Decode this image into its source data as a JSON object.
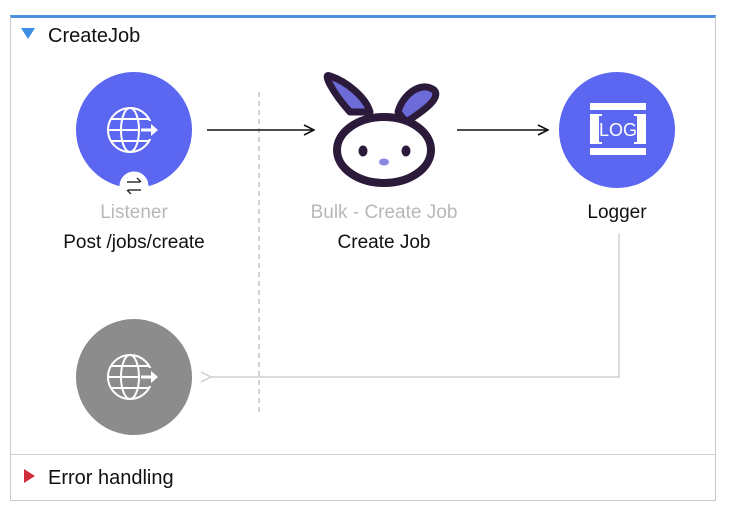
{
  "flow": {
    "name": "CreateJob",
    "error_section": "Error handling",
    "nodes": [
      {
        "type": "Listener",
        "name": "Post /jobs/create",
        "icon": "globe-arrow-icon",
        "color": "#5b67f0"
      },
      {
        "type": "Bulk - Create Job",
        "name": "Create Job",
        "icon": "rabbit-icon",
        "color": "#2b1a3a"
      },
      {
        "type": "",
        "name": "Logger",
        "icon": "log-icon",
        "color": "#5b67f0"
      }
    ],
    "response_icon": "globe-arrow-icon",
    "response_color": "#8c8c8c",
    "logger_icon_text": "LOG"
  }
}
